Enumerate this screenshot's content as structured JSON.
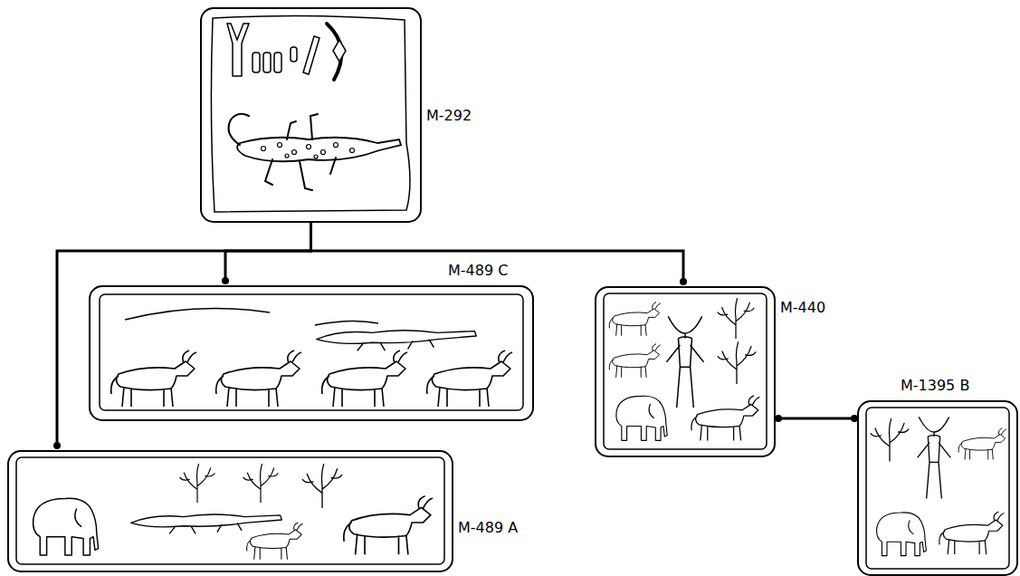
{
  "diagram": {
    "nodes": [
      {
        "text": [
          "M-292"
        ]
      },
      {
        "text": [
          "M-489 C"
        ]
      },
      {
        "text": [
          "M-440"
        ]
      },
      {
        "text": [
          "M-1395 B"
        ]
      },
      {
        "text": [
          "M-489 A"
        ]
      }
    ],
    "edges": [
      {
        "from": 0,
        "to": 1,
        "arrow": "none"
      },
      {
        "from": 0,
        "to": 2,
        "arrow": "none"
      },
      {
        "from": 0,
        "to": 4,
        "arrow": "none"
      },
      {
        "from": 2,
        "to": 3,
        "arrow": "none"
      }
    ]
  }
}
